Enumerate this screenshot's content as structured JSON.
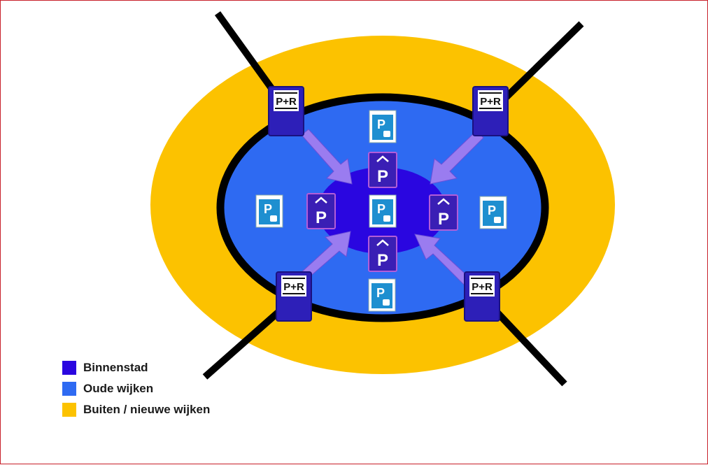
{
  "colors": {
    "binnenstad": "#2a06e0",
    "oude_wijken": "#2e6af2",
    "buiten": "#fcc200",
    "ring": "#000000",
    "road": "#000000",
    "arrow": "#9a7cf0",
    "pr_sign": "#2d1fb8",
    "garage_sign": "#3a1fb5",
    "street_parking_sign": "#1e8fd0"
  },
  "icons": {
    "park_and_ride": "park-and-ride-sign-icon",
    "garage": "parking-garage-sign-icon",
    "street_parking": "paid-parking-sign-icon"
  },
  "signs": {
    "park_and_ride_label": "P+R",
    "garage_label": "P",
    "street_parking_label": "P"
  },
  "legend": [
    {
      "label": "Binnenstad",
      "color": "#2a06e0"
    },
    {
      "label": "Oude wijken",
      "color": "#2e6af2"
    },
    {
      "label": "Buiten / nieuwe wijken",
      "color": "#fcc200"
    }
  ]
}
